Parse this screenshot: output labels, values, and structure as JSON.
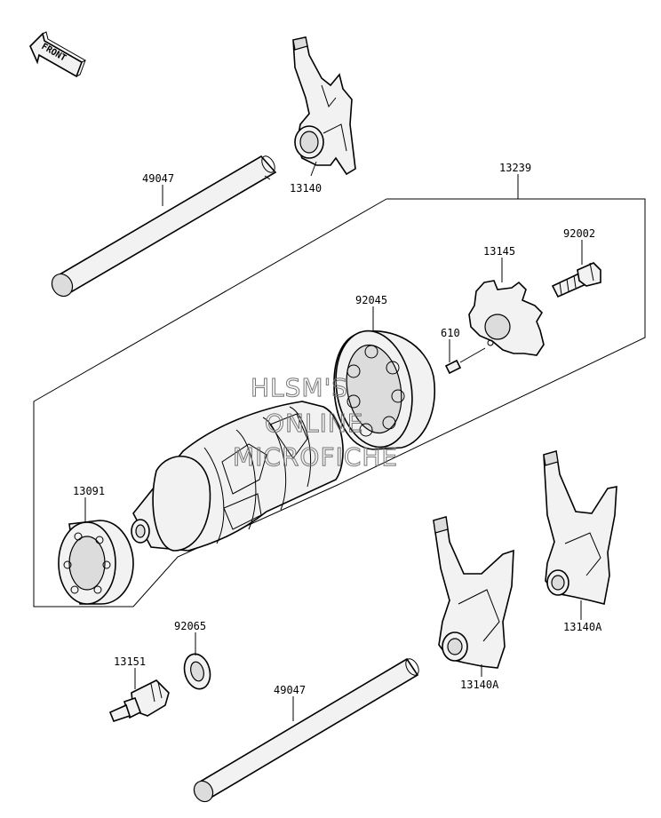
{
  "direction": {
    "label": "FRONT"
  },
  "parts": [
    {
      "id": "p-13140-top",
      "number": "13140"
    },
    {
      "id": "p-49047-top",
      "number": "49047"
    },
    {
      "id": "p-13239",
      "number": "13239"
    },
    {
      "id": "p-92002",
      "number": "92002"
    },
    {
      "id": "p-13145",
      "number": "13145"
    },
    {
      "id": "p-92045",
      "number": "92045"
    },
    {
      "id": "p-610",
      "number": "610"
    },
    {
      "id": "p-13091",
      "number": "13091"
    },
    {
      "id": "p-92065",
      "number": "92065"
    },
    {
      "id": "p-13151",
      "number": "13151"
    },
    {
      "id": "p-49047-bottom",
      "number": "49047"
    },
    {
      "id": "p-13140A-right",
      "number": "13140A"
    },
    {
      "id": "p-13140A-center",
      "number": "13140A"
    }
  ],
  "watermark": [
    "HLSM'S",
    "ONLINE",
    "MICROFICHE"
  ]
}
